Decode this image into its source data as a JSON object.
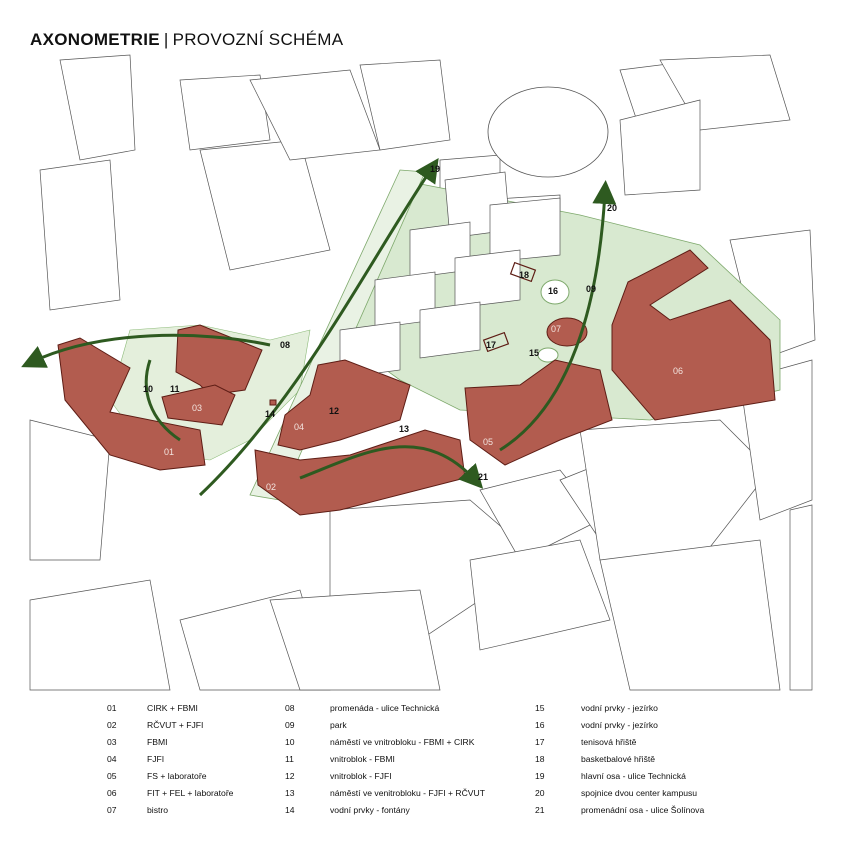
{
  "title": {
    "main": "AXONOMETRIE",
    "divider": "|",
    "sub": "PROVOZNÍ SCHÉMA"
  },
  "colors": {
    "building": "#b25c4f",
    "building_stroke": "#5e1d15",
    "park": "#d8e9d0",
    "axis": "#2e5a20",
    "context": "#ffffff"
  },
  "map_labels": {
    "b01": "01",
    "b02": "02",
    "b03": "03",
    "b04": "04",
    "b05": "05",
    "b06": "06",
    "b07": "07",
    "l08": "08",
    "l09": "09",
    "l10": "10",
    "l11": "11",
    "l12": "12",
    "l13": "13",
    "l14": "14",
    "l15": "15",
    "l16": "16",
    "l17": "17",
    "l18": "18",
    "l19": "19",
    "l20": "20",
    "l21": "21"
  },
  "legend": [
    {
      "num": "01",
      "text": "CIRK + FBMI"
    },
    {
      "num": "02",
      "text": "RČVUT + FJFI"
    },
    {
      "num": "03",
      "text": "FBMI"
    },
    {
      "num": "04",
      "text": "FJFI"
    },
    {
      "num": "05",
      "text": "FS + laboratoře"
    },
    {
      "num": "06",
      "text": "FIT + FEL + laboratoře"
    },
    {
      "num": "07",
      "text": "bistro"
    },
    {
      "num": "08",
      "text": "promenáda - ulice Technická"
    },
    {
      "num": "09",
      "text": "park"
    },
    {
      "num": "10",
      "text": "náměstí ve vnitrobloku - FBMI + CIRK"
    },
    {
      "num": "11",
      "text": "vnitroblok - FBMI"
    },
    {
      "num": "12",
      "text": "vnitroblok - FJFI"
    },
    {
      "num": "13",
      "text": "náměstí ve venitrobloku - FJFI + RČVUT"
    },
    {
      "num": "14",
      "text": "vodní prvky - fontány"
    },
    {
      "num": "15",
      "text": "vodní prvky - jezírko"
    },
    {
      "num": "16",
      "text": "vodní prvky - jezírko"
    },
    {
      "num": "17",
      "text": "tenisová hřiště"
    },
    {
      "num": "18",
      "text": "basketbalové hřiště"
    },
    {
      "num": "19",
      "text": "hlavní osa - ulice Technická"
    },
    {
      "num": "20",
      "text": "spojnice dvou center kampusu"
    },
    {
      "num": "21",
      "text": "promenádní osa - ulice Šolínova"
    }
  ]
}
